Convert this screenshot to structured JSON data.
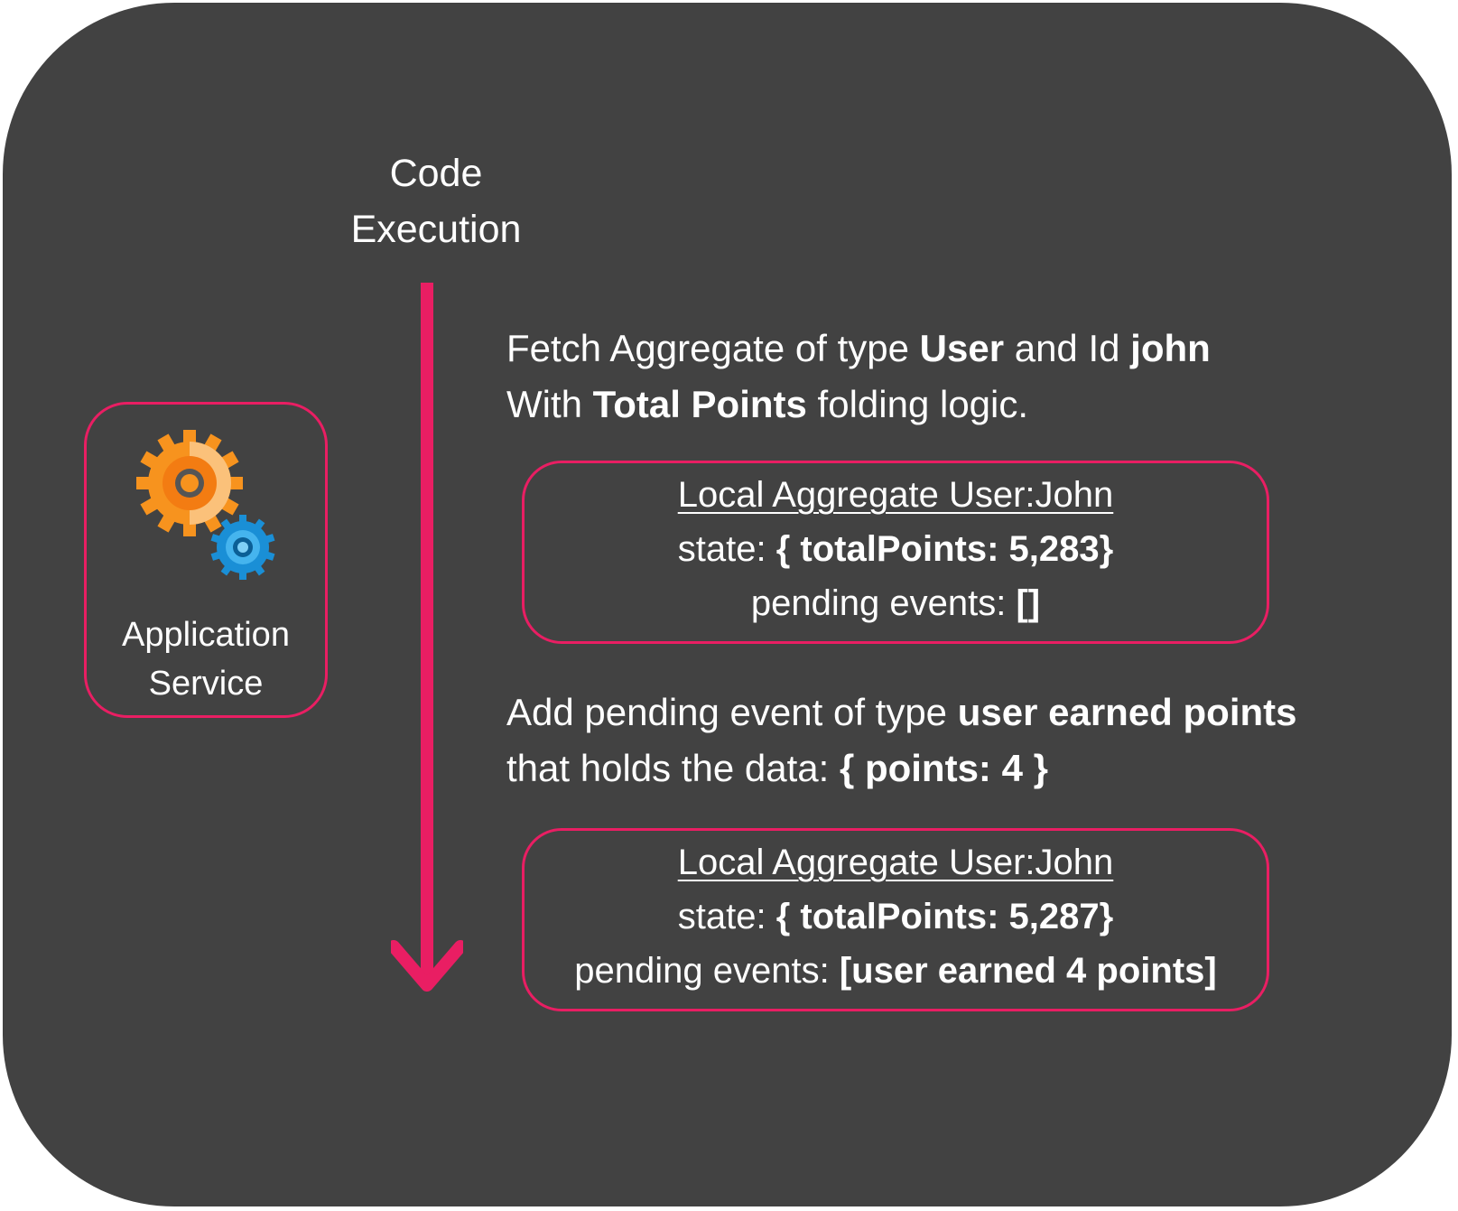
{
  "execution": {
    "title_line1": "Code",
    "title_line2": "Execution"
  },
  "service": {
    "icon": "gears-icon",
    "label_line1": "Application",
    "label_line2": "Service"
  },
  "step1": {
    "t1": "Fetch Aggregate of type ",
    "b1": "User",
    "t2": " and Id ",
    "b2": "john",
    "t3": "With ",
    "b3": "Total Points",
    "t4": " folding logic."
  },
  "aggregate1": {
    "title": "Local Aggregate User:John",
    "state_label": "state: ",
    "state_value": "{ totalPoints: 5,283}",
    "pending_label": "pending events: ",
    "pending_value": "[]"
  },
  "step2": {
    "t1": "Add pending event of type ",
    "b1": "user earned points",
    "t2": "that holds the data: ",
    "b2": "{ points: 4 }"
  },
  "aggregate2": {
    "title": "Local Aggregate User:John",
    "state_label": "state: ",
    "state_value": "{ totalPoints: 5,287}",
    "pending_label": "pending events: ",
    "pending_value": "[user earned 4 points]"
  },
  "colors": {
    "background": "#424242",
    "accent": "#e91e63",
    "text": "#ffffff",
    "gear_orange": "#f7931e",
    "gear_blue": "#1a8fd6"
  }
}
